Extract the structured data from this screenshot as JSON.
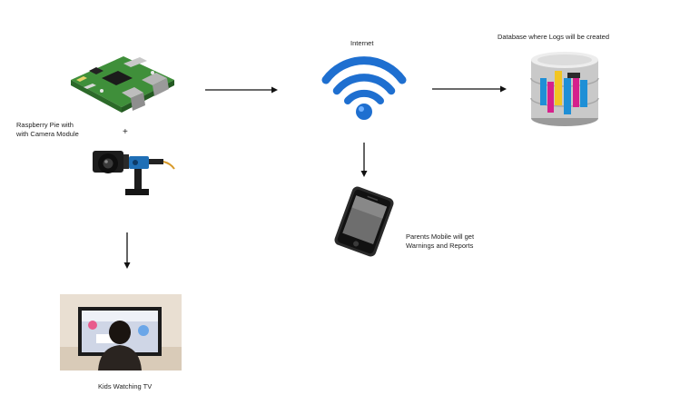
{
  "nodes": {
    "raspberry_pi": {
      "label_line1": "Raspberry Pie with",
      "label_line2": "with Camera Module",
      "plus": "+"
    },
    "internet": {
      "label": "Internet"
    },
    "database": {
      "label": "Database where Logs will be created"
    },
    "mobile": {
      "label_line1": "Parents Mobile will get",
      "label_line2": "Warnings and Reports"
    },
    "tv": {
      "label": "Kids Watching TV"
    }
  },
  "colors": {
    "wifi_blue": "#1e6fd0",
    "arrow": "#111111",
    "pcb_green": "#3f8f3a",
    "phone_body": "#2a2a2a",
    "db_blue": "#1f8fd6",
    "db_magenta": "#d6208c",
    "db_yellow": "#f2c522"
  },
  "icons": [
    "raspberry-pi-board-icon",
    "camera-module-icon",
    "wifi-icon",
    "database-icon",
    "smartphone-icon",
    "tv-child-icon"
  ]
}
